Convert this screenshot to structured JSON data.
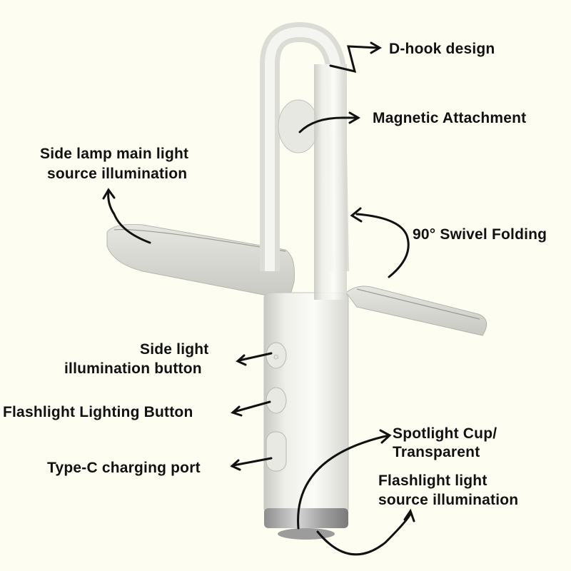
{
  "diagram": {
    "subject": "Foldable D-hook flashlight / side lamp",
    "background_color": "#fdfdf2",
    "annotations": [
      {
        "id": "d_hook",
        "text": "D-hook design"
      },
      {
        "id": "magnetic",
        "text": "Magnetic Attachment"
      },
      {
        "id": "side_lamp_1",
        "text": "Side lamp main light"
      },
      {
        "id": "side_lamp_2",
        "text": "source illumination"
      },
      {
        "id": "swivel",
        "text": "90° Swivel Folding"
      },
      {
        "id": "side_btn_1",
        "text": "Side light"
      },
      {
        "id": "side_btn_2",
        "text": "illumination button"
      },
      {
        "id": "flash_btn",
        "text": "Flashlight Lighting Button"
      },
      {
        "id": "spot_1",
        "text": "Spotlight Cup/"
      },
      {
        "id": "spot_2",
        "text": "Transparent"
      },
      {
        "id": "typec",
        "text": "Type-C charging port"
      },
      {
        "id": "flash_src_1",
        "text": "Flashlight light"
      },
      {
        "id": "flash_src_2",
        "text": "source illumination"
      }
    ]
  }
}
